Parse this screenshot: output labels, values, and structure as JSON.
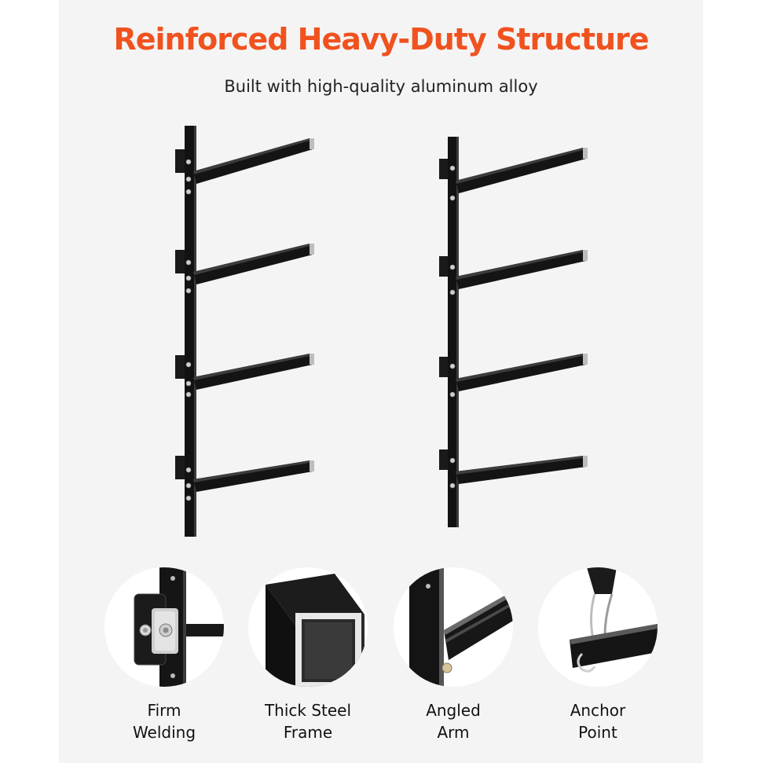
{
  "heading": {
    "title": "Reinforced Heavy-Duty Structure",
    "subtitle": "Built with high-quality aluminum alloy"
  },
  "colors": {
    "accent": "#f0521f",
    "frame": "#111111",
    "background": "#f4f4f4"
  },
  "features": [
    {
      "line1": "Firm",
      "line2": "Welding",
      "icon": "welded-bracket-closeup"
    },
    {
      "line1": "Thick Steel",
      "line2": "Frame",
      "icon": "square-tube-profile"
    },
    {
      "line1": "Angled",
      "line2": "Arm",
      "icon": "angled-arm-joint"
    },
    {
      "line1": "Anchor",
      "line2": "Point",
      "icon": "strap-anchor-hook"
    }
  ]
}
